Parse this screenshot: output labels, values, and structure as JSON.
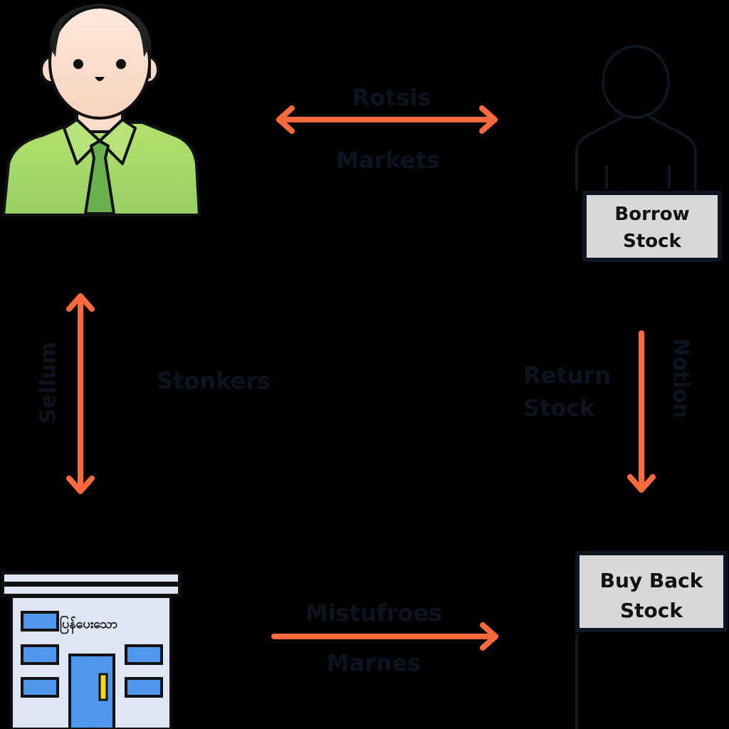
{
  "diagram": {
    "nodes": {
      "trader": {
        "icon": "businessman-icon"
      },
      "lender": {
        "icon": "person-outline-icon",
        "sign_line1": "Borrow",
        "sign_line2": "Stock"
      },
      "institution": {
        "icon": "building-icon",
        "sign_text": "ပြန်ပေးသော"
      },
      "buyback": {
        "icon": "signpost-icon",
        "sign_line1": "Buy Back",
        "sign_line2": "Stock"
      }
    },
    "edges": {
      "top": {
        "direction": "bidirectional",
        "label_above": "Rotsis",
        "label_below": "Markets"
      },
      "left": {
        "direction": "bidirectional",
        "label_side": "Sellum",
        "label_center": "Stonkers"
      },
      "right": {
        "direction": "down",
        "label_left_line1": "Return",
        "label_left_line2": "Stock",
        "label_side": "Notion"
      },
      "bottom": {
        "direction": "right",
        "label_above": "Mistufroes",
        "label_below": "Marnes"
      }
    },
    "colors": {
      "arrow": "#ff6a3d",
      "background": "#000000",
      "shirt": "#a6db6a",
      "tie": "#6ab04c",
      "skin": "#fde2d0",
      "building": "#dde6f2",
      "window": "#4f97ec",
      "handle": "#f2d41a",
      "sign": "#d8d8d8"
    }
  }
}
